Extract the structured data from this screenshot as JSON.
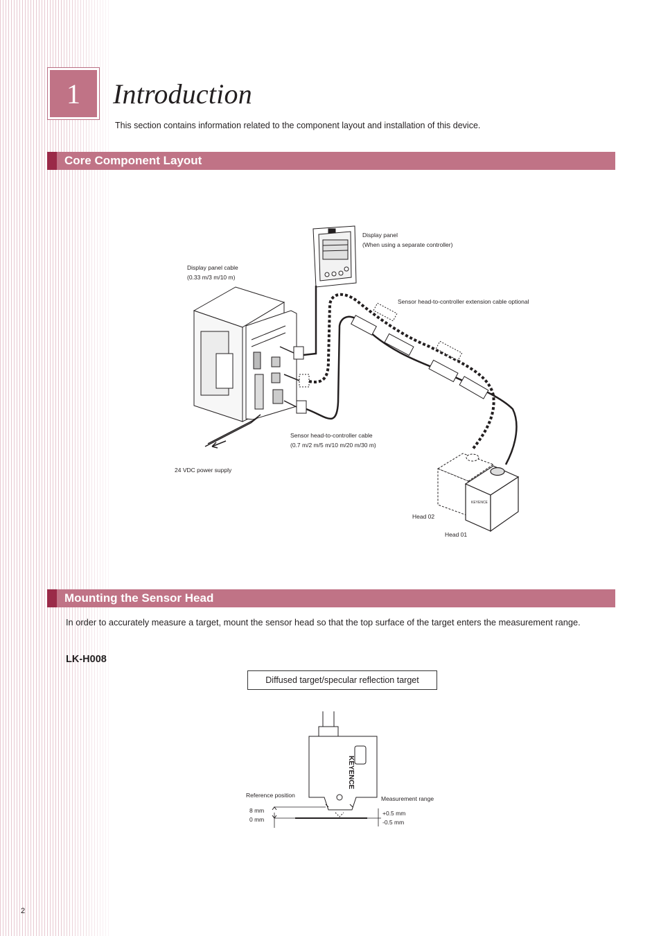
{
  "chapter": {
    "number": "1",
    "title": "Introduction"
  },
  "intro_text": "This section contains information related to the component layout and installation of this device.",
  "sections": {
    "layout": {
      "title": "Core Component Layout"
    },
    "mounting": {
      "title": "Mounting the Sensor Head",
      "text": "In order to accurately measure a target, mount the sensor head so that the top surface of the target enters the measurement range."
    }
  },
  "layout_diagram": {
    "display_panel_line1": "Display panel",
    "display_panel_line2": "(When using a separate controller)",
    "panel_cable_line1": "Display panel cable",
    "panel_cable_line2": "(0.33 m/3 m/10 m)",
    "extension_cable": "Sensor head-to-controller extension cable optional",
    "head_cable_line1": "Sensor head-to-controller cable",
    "head_cable_line2": "(0.7 m/2 m/5 m/10 m/20 m/30 m)",
    "power_supply": "24 VDC power supply",
    "head_02": "Head 02",
    "head_01": "Head 01"
  },
  "model": "LK-H008",
  "target_label": "Diffused target/specular reflection target",
  "mount_diagram": {
    "brand": "KEYENCE",
    "reference_position": "Reference position",
    "measurement_range": "Measurement range",
    "dist_8mm": "8 mm",
    "dist_0mm": "0 mm",
    "range_plus": "+0.5 mm",
    "range_minus": "-0.5 mm"
  },
  "page_number": "2"
}
